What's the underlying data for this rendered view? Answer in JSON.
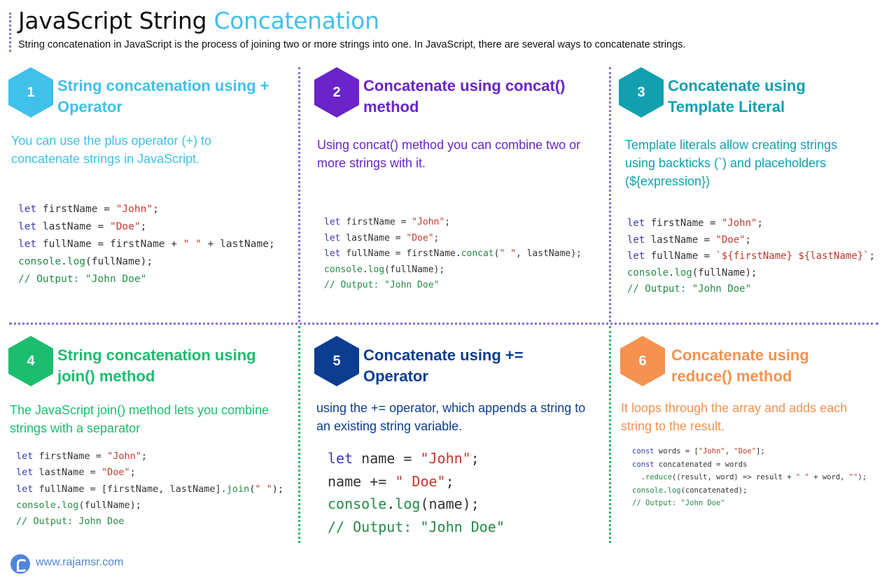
{
  "header": {
    "title_main": "JavaScript String ",
    "title_accent": "Concatenation",
    "subtitle": "String concatenation in JavaScript is the process of joining two or more strings into one. In JavaScript, there are several ways to concatenate strings."
  },
  "colors": {
    "c1": "#3fc1ea",
    "c2": "#6a24c9",
    "c3": "#12a0b0",
    "c4": "#1cbd6e",
    "c5": "#0b3d91",
    "c6": "#f5924f",
    "divider_purple": "#8a6fd1",
    "divider_green": "#2fb36f"
  },
  "cards": [
    {
      "num": "1",
      "title": "String concatenation using + Operator",
      "desc": "You can use the plus operator (+) to concatenate strings in JavaScript.",
      "code": [
        [
          [
            "kw",
            "let"
          ],
          [
            "t",
            " firstName = "
          ],
          [
            "str",
            "\"John\""
          ],
          [
            "t",
            ";"
          ]
        ],
        [
          [
            "kw",
            "let"
          ],
          [
            "t",
            " lastName = "
          ],
          [
            "str",
            "\"Doe\""
          ],
          [
            "t",
            ";"
          ]
        ],
        [
          [
            "kw",
            "let"
          ],
          [
            "t",
            " fullName = firstName + "
          ],
          [
            "str",
            "\" \""
          ],
          [
            "t",
            " + lastName;"
          ]
        ],
        [
          [
            "fn",
            "console"
          ],
          [
            "t",
            "."
          ],
          [
            "fn",
            "log"
          ],
          [
            "t",
            "(fullName);"
          ]
        ],
        [
          [
            "cm",
            "// Output: \"John Doe\""
          ]
        ]
      ]
    },
    {
      "num": "2",
      "title": "Concatenate using concat() method",
      "desc": "Using concat() method you can combine two or more strings with it.",
      "code": [
        [
          [
            "kw",
            "let"
          ],
          [
            "t",
            " firstName = "
          ],
          [
            "str",
            "\"John\""
          ],
          [
            "t",
            ";"
          ]
        ],
        [
          [
            "kw",
            "let"
          ],
          [
            "t",
            " lastName = "
          ],
          [
            "str",
            "\"Doe\""
          ],
          [
            "t",
            ";"
          ]
        ],
        [
          [
            "kw",
            "let"
          ],
          [
            "t",
            " fullName = firstName."
          ],
          [
            "fn",
            "concat"
          ],
          [
            "t",
            "("
          ],
          [
            "str",
            "\" \""
          ],
          [
            "t",
            ", lastName);"
          ]
        ],
        [
          [
            "fn",
            "console"
          ],
          [
            "t",
            "."
          ],
          [
            "fn",
            "log"
          ],
          [
            "t",
            "(fullName);"
          ]
        ],
        [
          [
            "cm",
            "// Output: \"John Doe\""
          ]
        ]
      ]
    },
    {
      "num": "3",
      "title": "Concatenate using Template Literal",
      "desc": "Template literals allow creating strings using backticks (`) and placeholders (${expression})",
      "code": [
        [
          [
            "kw",
            "let"
          ],
          [
            "t",
            " firstName = "
          ],
          [
            "str",
            "\"John\""
          ],
          [
            "t",
            ";"
          ]
        ],
        [
          [
            "kw",
            "let"
          ],
          [
            "t",
            " lastName = "
          ],
          [
            "str",
            "\"Doe\""
          ],
          [
            "t",
            ";"
          ]
        ],
        [
          [
            "kw",
            "let"
          ],
          [
            "t",
            " fullName = "
          ],
          [
            "str",
            "`${firstName} ${lastName}`"
          ],
          [
            "t",
            ";"
          ]
        ],
        [
          [
            "fn",
            "console"
          ],
          [
            "t",
            "."
          ],
          [
            "fn",
            "log"
          ],
          [
            "t",
            "(fullName);"
          ]
        ],
        [
          [
            "cm",
            "// Output: \"John Doe\""
          ]
        ]
      ]
    },
    {
      "num": "4",
      "title": "String concatenation using join() method",
      "desc": "The JavaScript join() method lets you combine strings with a separator",
      "code": [
        [
          [
            "kw",
            "let"
          ],
          [
            "t",
            " firstName = "
          ],
          [
            "str",
            "\"John\""
          ],
          [
            "t",
            ";"
          ]
        ],
        [
          [
            "kw",
            "let"
          ],
          [
            "t",
            " lastName = "
          ],
          [
            "str",
            "\"Doe\""
          ],
          [
            "t",
            ";"
          ]
        ],
        [
          [
            "kw",
            "let"
          ],
          [
            "t",
            " fullName = [firstName, lastName]."
          ],
          [
            "fn",
            "join"
          ],
          [
            "t",
            "("
          ],
          [
            "str",
            "\" \""
          ],
          [
            "t",
            ");"
          ]
        ],
        [
          [
            "fn",
            "console"
          ],
          [
            "t",
            "."
          ],
          [
            "fn",
            "log"
          ],
          [
            "t",
            "(fullName);"
          ]
        ],
        [
          [
            "cm",
            "// Output: John Doe"
          ]
        ]
      ]
    },
    {
      "num": "5",
      "title": "Concatenate using += Operator",
      "desc": "using the += operator, which appends a string to an existing string variable.",
      "code": [
        [
          [
            "kw",
            "let"
          ],
          [
            "t",
            " name = "
          ],
          [
            "str",
            "\"John\""
          ],
          [
            "t",
            ";"
          ]
        ],
        [
          [
            "t",
            "name += "
          ],
          [
            "str",
            "\" Doe\""
          ],
          [
            "t",
            ";"
          ]
        ],
        [
          [
            "fn",
            "console"
          ],
          [
            "t",
            "."
          ],
          [
            "fn",
            "log"
          ],
          [
            "t",
            "(name);"
          ]
        ],
        [
          [
            "cm",
            "// Output: \"John Doe\""
          ]
        ]
      ]
    },
    {
      "num": "6",
      "title": "Concatenate using reduce() method",
      "desc": "It loops through the array and adds each string to the result.",
      "code": [
        [
          [
            "kw",
            "const"
          ],
          [
            "t",
            " words = ["
          ],
          [
            "str",
            "\"John\""
          ],
          [
            "t",
            ", "
          ],
          [
            "str",
            "\"Doe\""
          ],
          [
            "t",
            "];"
          ]
        ],
        [
          [
            "kw",
            "const"
          ],
          [
            "t",
            " concatenated = words"
          ]
        ],
        [
          [
            "t",
            "  ."
          ],
          [
            "fn",
            "reduce"
          ],
          [
            "t",
            "((result, word) => result + "
          ],
          [
            "str",
            "\" \""
          ],
          [
            "t",
            " + word, "
          ],
          [
            "str",
            "\"\""
          ],
          [
            "t",
            ");"
          ]
        ],
        [
          [
            "fn",
            "console"
          ],
          [
            "t",
            "."
          ],
          [
            "fn",
            "log"
          ],
          [
            "t",
            "(concatenated);"
          ]
        ],
        [
          [
            "cm",
            "// Output: \"John Doe\""
          ]
        ]
      ]
    }
  ],
  "footer": {
    "url": "www.rajamsr.com"
  }
}
